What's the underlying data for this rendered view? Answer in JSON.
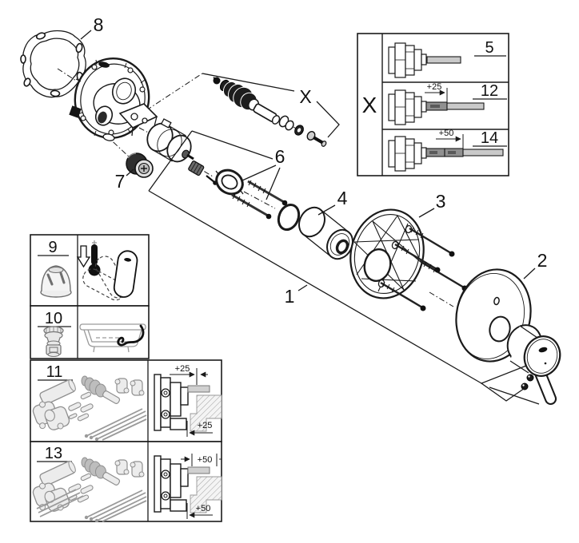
{
  "diagram_type": "exploded-parts-diagram",
  "colors": {
    "line": "#1a1a1a",
    "soft_line": "#8f8f8f",
    "metal_light": "#c9c9c9",
    "metal_mid": "#909090",
    "dark_part": "#1c1c1c",
    "paper": "#ffffff"
  },
  "main_view": {
    "callout_1": "1",
    "callout_2": "2",
    "callout_3": "3",
    "callout_4": "4",
    "callout_6": "6",
    "callout_7": "7",
    "callout_8": "8",
    "group_x": "X"
  },
  "variant_box": {
    "group_label": "X",
    "rows": [
      {
        "label": "5",
        "dim": ""
      },
      {
        "label": "12",
        "dim": "+25"
      },
      {
        "label": "14",
        "dim": "+50"
      }
    ]
  },
  "inset_boxes": {
    "box9": {
      "label": "9"
    },
    "box10": {
      "label": "10"
    },
    "box11": {
      "label": "11",
      "dim_top": "+25",
      "dim_bottom": "+25"
    },
    "box13": {
      "label": "13",
      "dim_top": "+50",
      "dim_bottom": "+50"
    }
  }
}
